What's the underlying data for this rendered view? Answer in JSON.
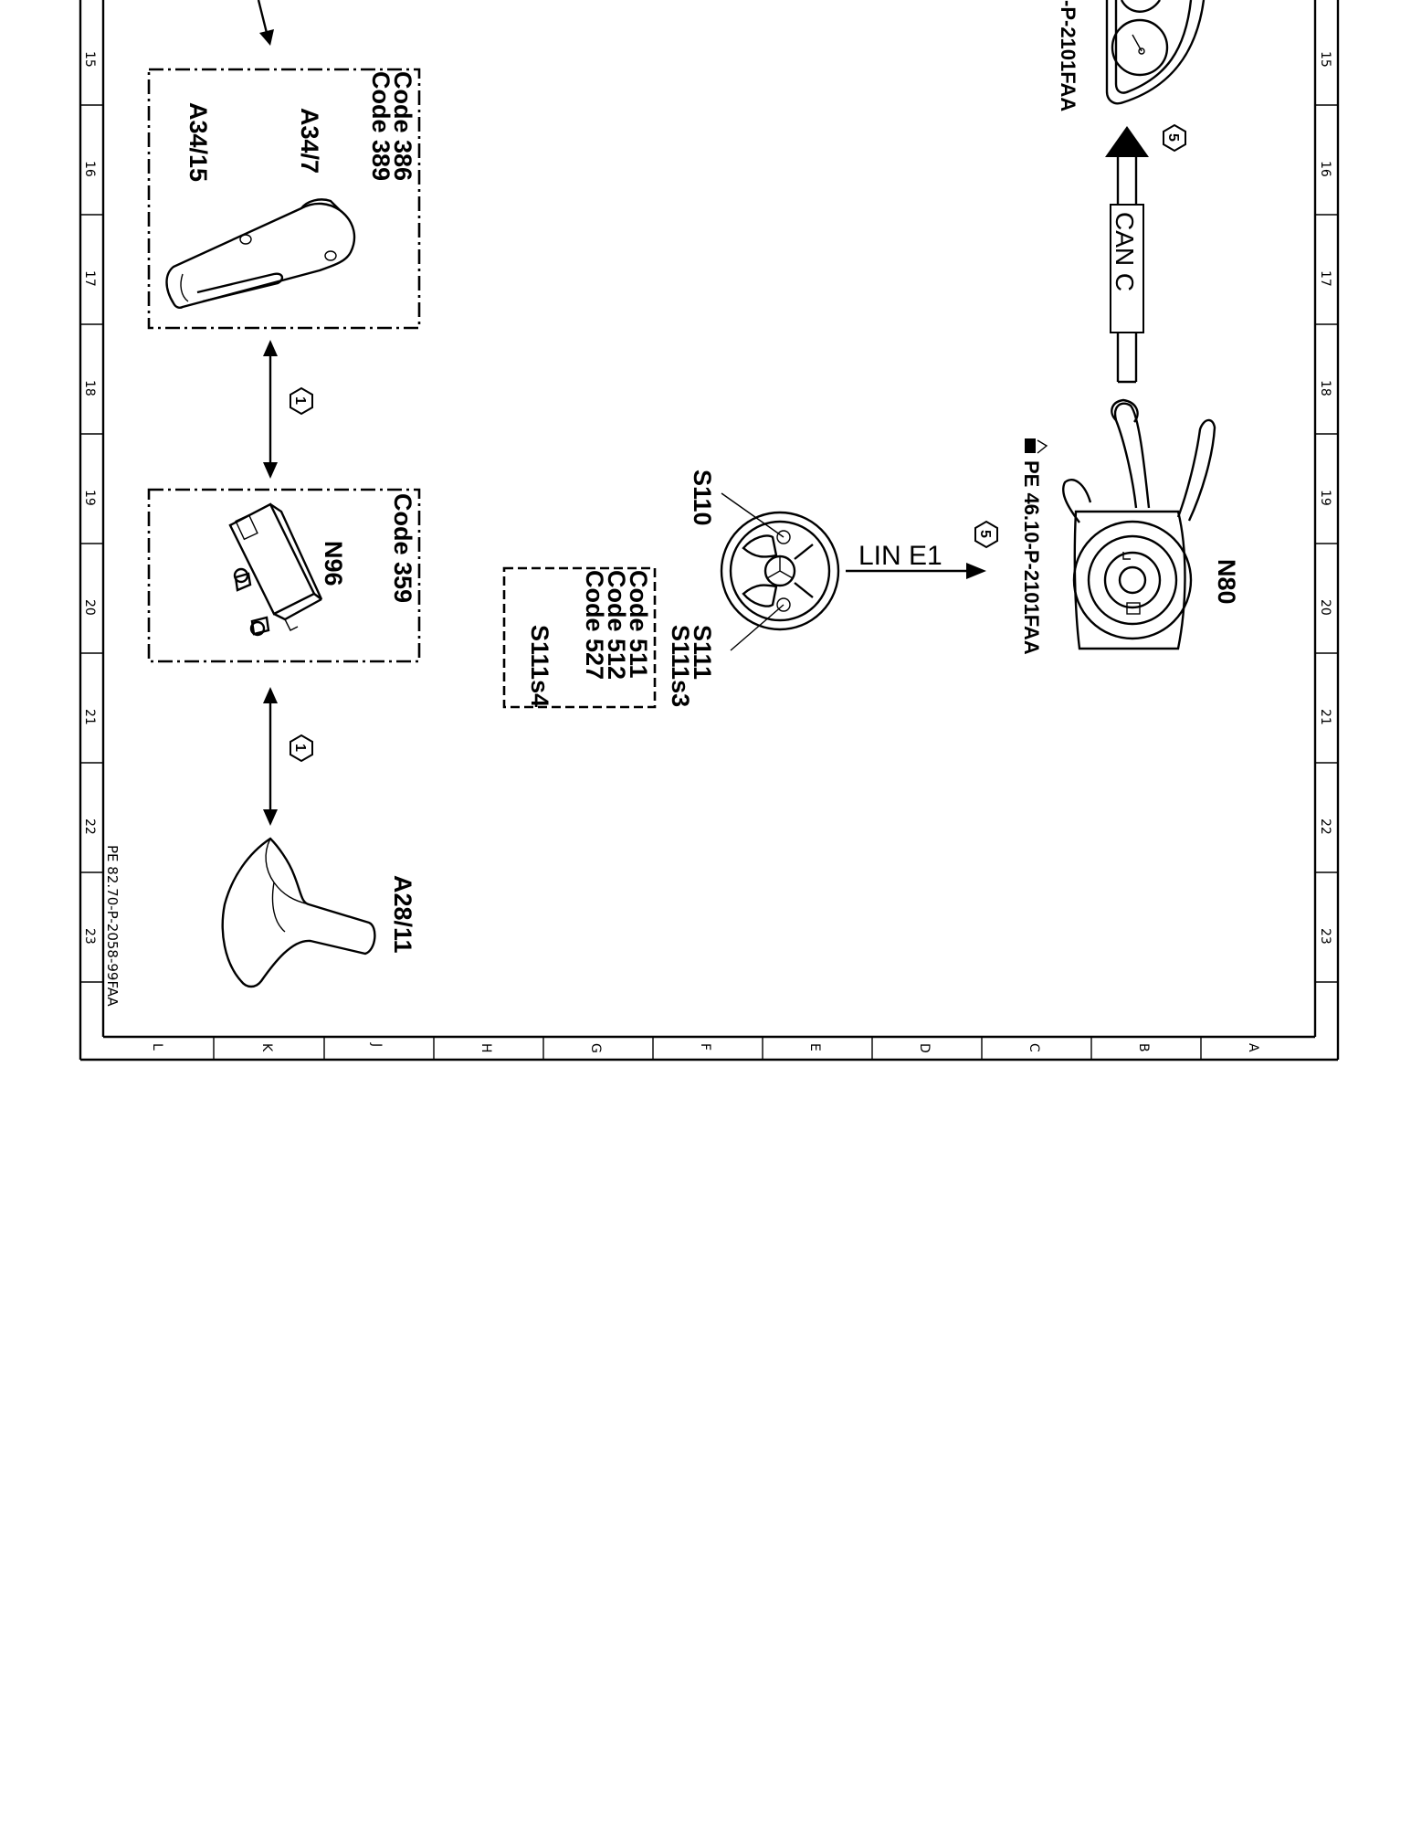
{
  "drawing_id": "PE 82.70-P-2058-99FAA",
  "grid": {
    "columns": [
      "15",
      "16",
      "17",
      "18",
      "19",
      "20",
      "21",
      "22",
      "23"
    ],
    "rows": [
      "L",
      "K",
      "J",
      "H",
      "G",
      "F",
      "E",
      "D",
      "C",
      "B",
      "A"
    ]
  },
  "components": {
    "a34": {
      "code_1": "Code 386",
      "code_2": "Code 389",
      "label_1": "A34/7",
      "label_2": "A34/15"
    },
    "n96": {
      "code": "Code 359",
      "label": "N96"
    },
    "a28": {
      "label": "A28/11"
    },
    "s110": {
      "label": "S110"
    },
    "s111": {
      "label_1": "S111",
      "label_2": "S111s3",
      "label_3": "S111s4",
      "code_1": "Code 511",
      "code_2": "Code 512",
      "code_3": "Code 527"
    },
    "n80": {
      "label": "N80",
      "reference": "PE 46.10-P-2101FAA"
    },
    "cluster": {
      "reference_partial": "-P-2101FAA"
    }
  },
  "connections": {
    "bus_1": "1",
    "bus_2": "1",
    "lin": "LIN E1",
    "lin_badge": "5",
    "can": "CAN C",
    "can_badge": "5"
  }
}
